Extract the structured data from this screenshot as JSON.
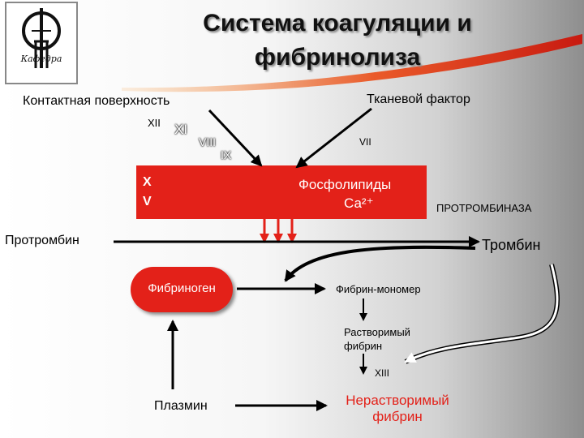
{
  "title": {
    "line1": "Система коагуляции и",
    "line2": "фибринолиза"
  },
  "logo": {
    "monogram": "ФП",
    "caption": "Кафедра"
  },
  "labels": {
    "contact_surface": "Контактная поверхность",
    "tissue_factor": "Тканевой фактор",
    "xii": "XII",
    "xi": "XI",
    "viii": "VIII",
    "ix": "IX",
    "vii": "VII",
    "x": "X",
    "v": "V",
    "phospholipids": "Фосфолипиды",
    "calcium": "Са²⁺",
    "prothrombinase": "ПРОТРОМБИНАЗА",
    "prothrombin": "Протромбин",
    "thrombin": "Тромбин",
    "fibrinogen": "Фибриноген",
    "fibrin_monomer": "Фибрин-мономер",
    "soluble_fibrin_1": "Растворимый",
    "soluble_fibrin_2": "фибрин",
    "xiii": "XIII",
    "plasmin": "Плазмин",
    "insoluble_fibrin_1": "Нерастворимый",
    "insoluble_fibrin_2": "фибрин"
  },
  "colors": {
    "accent_red": "#e32119",
    "arrow_black": "#000000"
  }
}
